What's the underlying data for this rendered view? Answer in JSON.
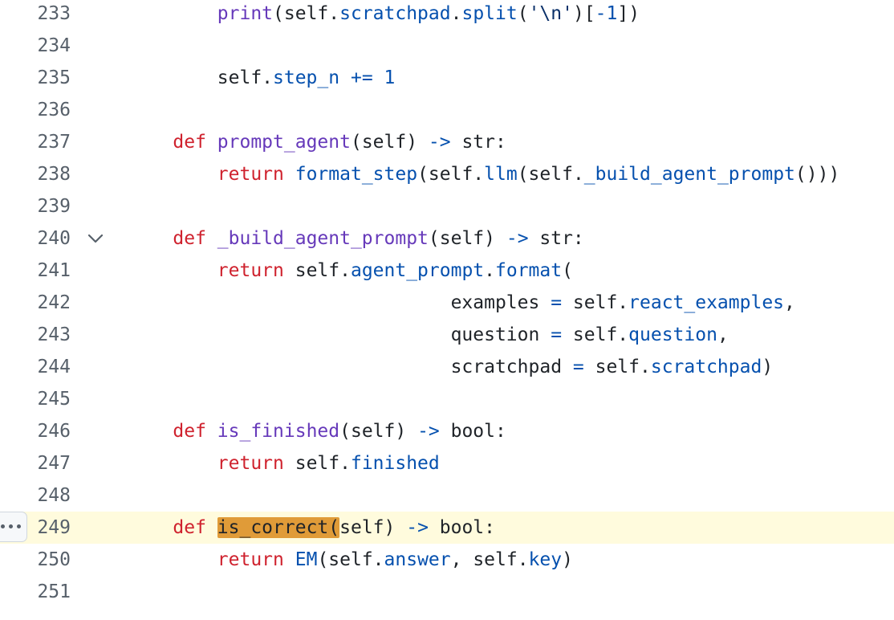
{
  "code_view": {
    "lines": [
      {
        "number": "233",
        "tokens": [
          {
            "text": "        ",
            "cls": ""
          },
          {
            "text": "print",
            "cls": "fn"
          },
          {
            "text": "(self.",
            "cls": ""
          },
          {
            "text": "scratchpad",
            "cls": "attr"
          },
          {
            "text": ".",
            "cls": ""
          },
          {
            "text": "split",
            "cls": "attr"
          },
          {
            "text": "(",
            "cls": ""
          },
          {
            "text": "'\\n'",
            "cls": "str"
          },
          {
            "text": ")[",
            "cls": ""
          },
          {
            "text": "-1",
            "cls": "num"
          },
          {
            "text": "])",
            "cls": ""
          }
        ]
      },
      {
        "number": "234",
        "tokens": []
      },
      {
        "number": "235",
        "tokens": [
          {
            "text": "        self.",
            "cls": ""
          },
          {
            "text": "step_n",
            "cls": "attr"
          },
          {
            "text": " ",
            "cls": ""
          },
          {
            "text": "+=",
            "cls": "op"
          },
          {
            "text": " ",
            "cls": ""
          },
          {
            "text": "1",
            "cls": "num"
          }
        ]
      },
      {
        "number": "236",
        "tokens": []
      },
      {
        "number": "237",
        "tokens": [
          {
            "text": "    ",
            "cls": ""
          },
          {
            "text": "def",
            "cls": "kw"
          },
          {
            "text": " ",
            "cls": ""
          },
          {
            "text": "prompt_agent",
            "cls": "fn"
          },
          {
            "text": "(self) ",
            "cls": ""
          },
          {
            "text": "->",
            "cls": "op"
          },
          {
            "text": " str:",
            "cls": ""
          }
        ]
      },
      {
        "number": "238",
        "tokens": [
          {
            "text": "        ",
            "cls": ""
          },
          {
            "text": "return",
            "cls": "kw"
          },
          {
            "text": " ",
            "cls": ""
          },
          {
            "text": "format_step",
            "cls": "attr"
          },
          {
            "text": "(self.",
            "cls": ""
          },
          {
            "text": "llm",
            "cls": "attr"
          },
          {
            "text": "(self.",
            "cls": ""
          },
          {
            "text": "_build_agent_prompt",
            "cls": "attr"
          },
          {
            "text": "()))",
            "cls": ""
          }
        ]
      },
      {
        "number": "239",
        "tokens": []
      },
      {
        "number": "240",
        "fold": true,
        "tokens": [
          {
            "text": "    ",
            "cls": ""
          },
          {
            "text": "def",
            "cls": "kw"
          },
          {
            "text": " ",
            "cls": ""
          },
          {
            "text": "_build_agent_prompt",
            "cls": "fn"
          },
          {
            "text": "(self) ",
            "cls": ""
          },
          {
            "text": "->",
            "cls": "op"
          },
          {
            "text": " str:",
            "cls": ""
          }
        ]
      },
      {
        "number": "241",
        "tokens": [
          {
            "text": "        ",
            "cls": ""
          },
          {
            "text": "return",
            "cls": "kw"
          },
          {
            "text": " self.",
            "cls": ""
          },
          {
            "text": "agent_prompt",
            "cls": "attr"
          },
          {
            "text": ".",
            "cls": ""
          },
          {
            "text": "format",
            "cls": "attr"
          },
          {
            "text": "(",
            "cls": ""
          }
        ]
      },
      {
        "number": "242",
        "tokens": [
          {
            "text": "                             examples ",
            "cls": ""
          },
          {
            "text": "=",
            "cls": "op"
          },
          {
            "text": " self.",
            "cls": ""
          },
          {
            "text": "react_examples",
            "cls": "attr"
          },
          {
            "text": ",",
            "cls": ""
          }
        ]
      },
      {
        "number": "243",
        "tokens": [
          {
            "text": "                             question ",
            "cls": ""
          },
          {
            "text": "=",
            "cls": "op"
          },
          {
            "text": " self.",
            "cls": ""
          },
          {
            "text": "question",
            "cls": "attr"
          },
          {
            "text": ",",
            "cls": ""
          }
        ]
      },
      {
        "number": "244",
        "tokens": [
          {
            "text": "                             scratchpad ",
            "cls": ""
          },
          {
            "text": "=",
            "cls": "op"
          },
          {
            "text": " self.",
            "cls": ""
          },
          {
            "text": "scratchpad",
            "cls": "attr"
          },
          {
            "text": ")",
            "cls": ""
          }
        ]
      },
      {
        "number": "245",
        "tokens": []
      },
      {
        "number": "246",
        "tokens": [
          {
            "text": "    ",
            "cls": ""
          },
          {
            "text": "def",
            "cls": "kw"
          },
          {
            "text": " ",
            "cls": ""
          },
          {
            "text": "is_finished",
            "cls": "fn"
          },
          {
            "text": "(self) ",
            "cls": ""
          },
          {
            "text": "->",
            "cls": "op"
          },
          {
            "text": " bool:",
            "cls": ""
          }
        ]
      },
      {
        "number": "247",
        "tokens": [
          {
            "text": "        ",
            "cls": ""
          },
          {
            "text": "return",
            "cls": "kw"
          },
          {
            "text": " self.",
            "cls": ""
          },
          {
            "text": "finished",
            "cls": "attr"
          }
        ]
      },
      {
        "number": "248",
        "tokens": []
      },
      {
        "number": "249",
        "highlight": true,
        "menu": true,
        "tokens": [
          {
            "text": "    ",
            "cls": ""
          },
          {
            "text": "def",
            "cls": "kw"
          },
          {
            "text": " ",
            "cls": ""
          },
          {
            "text": "is_correct(",
            "cls": "match"
          },
          {
            "text": "self) ",
            "cls": ""
          },
          {
            "text": "->",
            "cls": "op"
          },
          {
            "text": " bool:",
            "cls": ""
          }
        ]
      },
      {
        "number": "250",
        "tokens": [
          {
            "text": "        ",
            "cls": ""
          },
          {
            "text": "return",
            "cls": "kw"
          },
          {
            "text": " ",
            "cls": ""
          },
          {
            "text": "EM",
            "cls": "attr"
          },
          {
            "text": "(self.",
            "cls": ""
          },
          {
            "text": "answer",
            "cls": "attr"
          },
          {
            "text": ", self.",
            "cls": ""
          },
          {
            "text": "key",
            "cls": "attr"
          },
          {
            "text": ")",
            "cls": ""
          }
        ]
      },
      {
        "number": "251",
        "tokens": []
      }
    ]
  }
}
